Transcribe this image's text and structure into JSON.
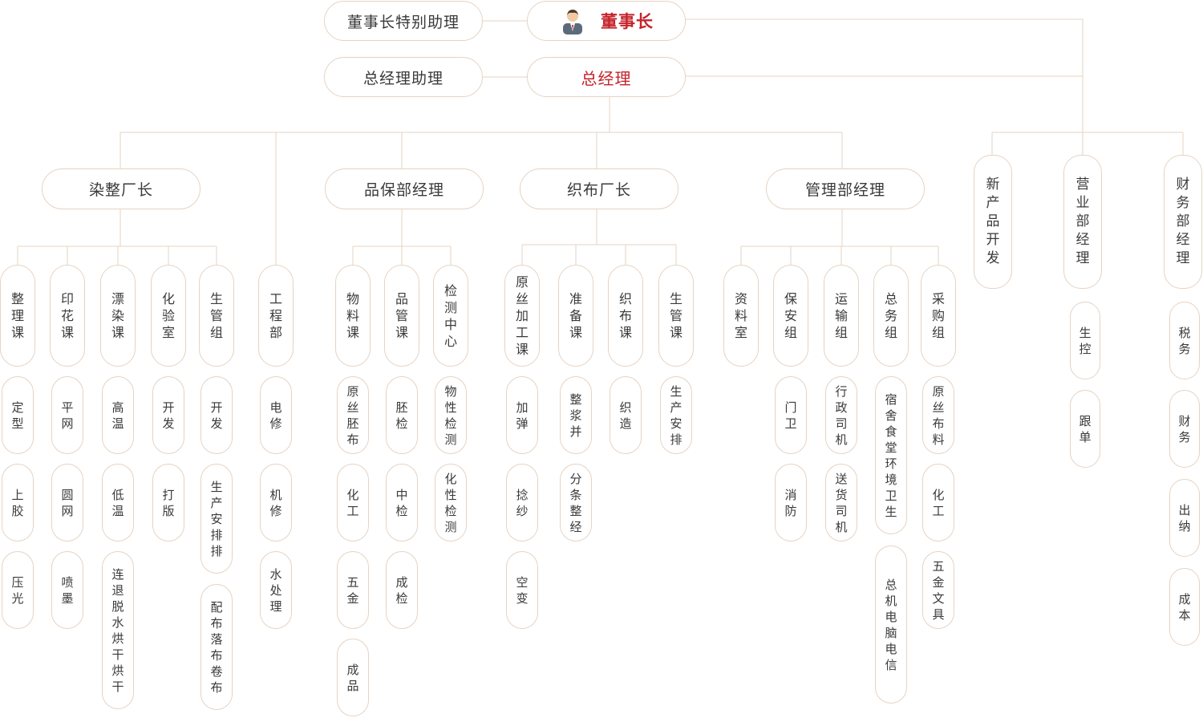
{
  "chairman": "董事长",
  "chairman_assistant": "董事长特别助理",
  "gm": "总经理",
  "gm_assistant": "总经理助理",
  "icons": {
    "chairman": "person-avatar-icon"
  },
  "colors": {
    "accent": "#c5232b",
    "line": "#e6d3c3",
    "text": "#3a3a3a"
  },
  "dept": {
    "dyeing": "染整厂长",
    "qa": "品保部经理",
    "weaving": "织布厂长",
    "admin": "管理部经理",
    "newprod": "新产品开发",
    "sales": "营业部经理",
    "finance": "财务部经理"
  },
  "units": {
    "zhengli": "整理课",
    "yinhua": "印花课",
    "piaoran": "漂染课",
    "huayan": "化验室",
    "shengguan1": "生管组",
    "gongcheng": "工程部",
    "wuliao": "物料课",
    "pinguan": "品管课",
    "jiance": "检测中心",
    "yuansi": "原丝加工课",
    "zhunbei": "准备课",
    "zhibu": "织布课",
    "shengguan2": "生管课",
    "ziliao": "资料室",
    "baoan": "保安组",
    "yunshu": "运输组",
    "zongwu": "总务组",
    "caigou": "采购组"
  },
  "leaves": {
    "zhengli": [
      "定型",
      "上胶",
      "压光"
    ],
    "yinhua": [
      "平网",
      "圆网",
      "喷墨"
    ],
    "piaoran": [
      "高温",
      "低温",
      "连退脱水烘干烘干"
    ],
    "huayan": [
      "开发",
      "打版"
    ],
    "shengguan1": [
      "开发",
      "生产安排排",
      "配布落布卷布"
    ],
    "gongcheng": [
      "电修",
      "机修",
      "水处理"
    ],
    "wuliao": [
      "原丝胚布",
      "化工",
      "五金",
      "成品"
    ],
    "pinguan": [
      "胚检",
      "中检",
      "成检"
    ],
    "jiance": [
      "物性检测",
      "化性检测"
    ],
    "yuansi": [
      "加弹",
      "捻纱",
      "空变"
    ],
    "zhunbei": [
      "整浆并",
      "分条整经"
    ],
    "zhibu": [
      "织造"
    ],
    "shengguan2": [
      "生产安排"
    ],
    "baoan": [
      "门卫",
      "消防"
    ],
    "yunshu": [
      "行政司机",
      "送货司机"
    ],
    "zongwu": [
      "宿舍食堂环境卫生",
      "总机电脑电信"
    ],
    "caigou": [
      "原丝布料",
      "化工",
      "五金文具"
    ],
    "sales": [
      "生控",
      "跟单"
    ],
    "finance": [
      "税务",
      "财务",
      "出纳",
      "成本"
    ]
  }
}
